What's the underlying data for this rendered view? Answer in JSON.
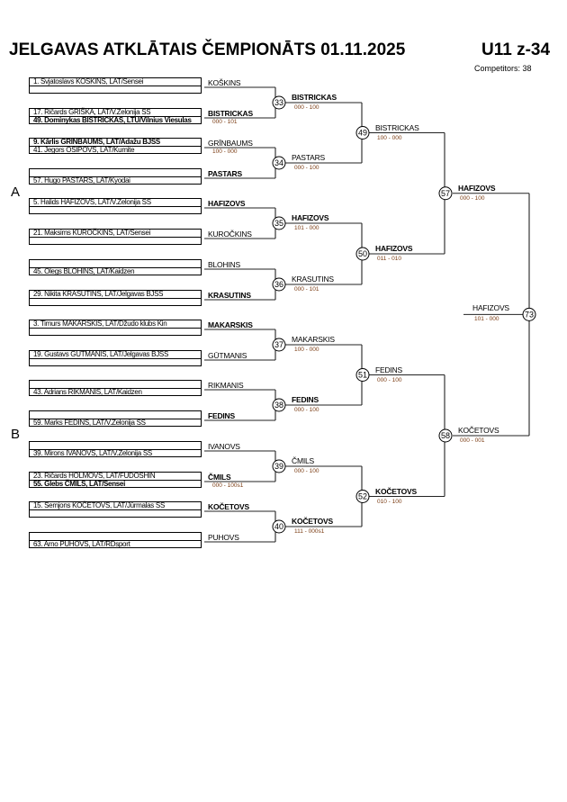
{
  "header": {
    "title": "JELGAVAS ATKLĀTAIS ČEMPIONĀTS  01.11.2025",
    "category": "U11 z-34",
    "competitors": "Competitors: 38"
  },
  "sections": [
    "A",
    "B"
  ],
  "round1": [
    {
      "no": "33",
      "top": {
        "rows": [
          "1. Svjatoslavs KOSKINS, LAT/Sensei",
          ""
        ],
        "bold": [],
        "label": "KOŠKINS",
        "lbold": false
      },
      "bottom": {
        "rows": [
          "17. Ričards GRIŠKA, LAT/V.Zelonija SS",
          "49. Dominykas BISTRICKAS, LTU/Vilnius Viesulas"
        ],
        "bold": [
          1
        ],
        "label": "BISTRICKAS",
        "lbold": true,
        "sub": "000 - 101"
      },
      "winner": "BISTRICKAS",
      "wbold": true,
      "score": "000 - 100"
    },
    {
      "no": "34",
      "top": {
        "rows": [
          "9. Kārlis GRĪNBAUMS, LAT/Ādažu BJSS",
          "41. Jegors OSIPOVS, LAT/Kumite"
        ],
        "bold": [
          0
        ],
        "label": "GRĪNBAUMS",
        "lbold": false,
        "sub": "100 - 000"
      },
      "bottom": {
        "rows": [
          "",
          "57. Hugo PASTARS, LAT/Kyodai"
        ],
        "bold": [],
        "label": "PASTARS",
        "lbold": true
      },
      "winner": "PASTARS",
      "wbold": false,
      "score": "000 - 100"
    },
    {
      "no": "35",
      "top": {
        "rows": [
          "5. Halids HAFIZOVS, LAT/V.Zelonija SS",
          ""
        ],
        "bold": [],
        "label": "HAFIZOVS",
        "lbold": true
      },
      "bottom": {
        "rows": [
          "21. Maksims KUROČKINS, LAT/Sensei",
          ""
        ],
        "bold": [],
        "label": "KUROČKINS",
        "lbold": false
      },
      "winner": "HAFIZOVS",
      "wbold": true,
      "score": "101 - 000"
    },
    {
      "no": "36",
      "top": {
        "rows": [
          "",
          "45. Olegs BLOHINS, LAT/Kaidzen"
        ],
        "bold": [],
        "label": "BLOHINS",
        "lbold": false
      },
      "bottom": {
        "rows": [
          "29. Nikita KRASUTINS, LAT/Jelgavas BJSS",
          ""
        ],
        "bold": [],
        "label": "KRASUTINS",
        "lbold": true
      },
      "winner": "KRASUTINS",
      "wbold": false,
      "score": "000 - 101"
    },
    {
      "no": "37",
      "top": {
        "rows": [
          "3. Timurs MAKARSKIS, LAT/Džudo klubs Kin",
          ""
        ],
        "bold": [],
        "label": "MAKARSKIS",
        "lbold": true
      },
      "bottom": {
        "rows": [
          "19. Gustavs GŪTMANIS, LAT/Jelgavas BJSS",
          ""
        ],
        "bold": [],
        "label": "GŪTMANIS",
        "lbold": false
      },
      "winner": "MAKARSKIS",
      "wbold": false,
      "score": "100 - 000"
    },
    {
      "no": "38",
      "top": {
        "rows": [
          "",
          "43. Adrians RIKMANIS, LAT/Kaidzen"
        ],
        "bold": [],
        "label": "RIKMANIS",
        "lbold": false
      },
      "bottom": {
        "rows": [
          "",
          "59. Marks FEDINS, LAT/V.Zelonija SS"
        ],
        "bold": [],
        "label": "FEDINS",
        "lbold": true
      },
      "winner": "FEDINS",
      "wbold": true,
      "score": "000 - 100"
    },
    {
      "no": "39",
      "top": {
        "rows": [
          "",
          "39. Mirons IVANOVS, LAT/V.Zelonija SS"
        ],
        "bold": [],
        "label": "IVANOVS",
        "lbold": false
      },
      "bottom": {
        "rows": [
          "23. Ričards HOLMOVS, LAT/FUDOSHIN",
          "55. Glebs ČMILS, LAT/Sensei"
        ],
        "bold": [
          1
        ],
        "label": "ČMILS",
        "lbold": true,
        "sub": "000 - 100s1"
      },
      "winner": "ČMILS",
      "wbold": false,
      "score": "000 - 100"
    },
    {
      "no": "40",
      "top": {
        "rows": [
          "15. Semjons KOČETOVS, LAT/Jūrmalas SS",
          ""
        ],
        "bold": [],
        "label": "KOČETOVS",
        "lbold": true
      },
      "bottom": {
        "rows": [
          "",
          "63. Arno PUHOVS, LAT/RDsport"
        ],
        "bold": [],
        "label": "PUHOVS",
        "lbold": false
      },
      "winner": "KOČETOVS",
      "wbold": true,
      "score": "111 - 000s1"
    }
  ],
  "round2": [
    {
      "no": "49",
      "winner": "BISTRICKAS",
      "wbold": false,
      "score": "100 - 000"
    },
    {
      "no": "50",
      "winner": "HAFIZOVS",
      "wbold": true,
      "score": "011 - 010"
    },
    {
      "no": "51",
      "winner": "FEDINS",
      "wbold": false,
      "score": "000 - 100"
    },
    {
      "no": "52",
      "winner": "KOČETOVS",
      "wbold": true,
      "score": "010 - 100"
    }
  ],
  "round3": [
    {
      "no": "57",
      "winner": "HAFIZOVS",
      "wbold": true,
      "score": "000 - 100"
    },
    {
      "no": "58",
      "winner": "KOČETOVS",
      "wbold": false,
      "score": "000 - 001"
    }
  ],
  "final": {
    "no": "73",
    "winner": "HAFIZOVS",
    "score": "101 - 000"
  }
}
